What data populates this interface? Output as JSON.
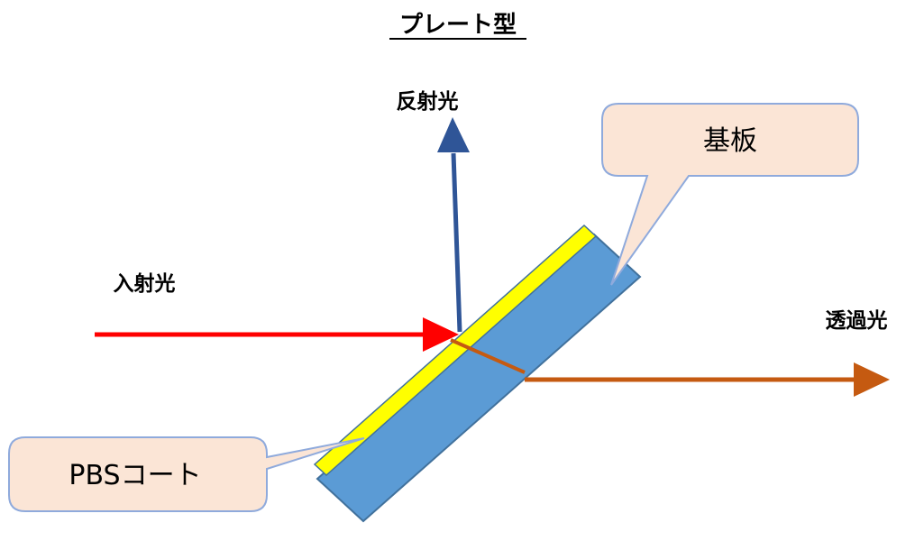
{
  "title": "プレート型",
  "labels": {
    "reflected": "反射光",
    "incident": "入射光",
    "transmitted": "透過光"
  },
  "callouts": {
    "substrate": "基板",
    "coating": "PBSコート"
  },
  "colors": {
    "incident_beam": "#ff0000",
    "reflected_beam": "#2f5597",
    "transmitted_beam": "#c55a11",
    "substrate_fill": "#5b9bd5",
    "substrate_stroke": "#41719c",
    "coating_fill": "#ffff00",
    "callout_fill": "#fbe5d6",
    "callout_stroke": "#8faadc"
  }
}
